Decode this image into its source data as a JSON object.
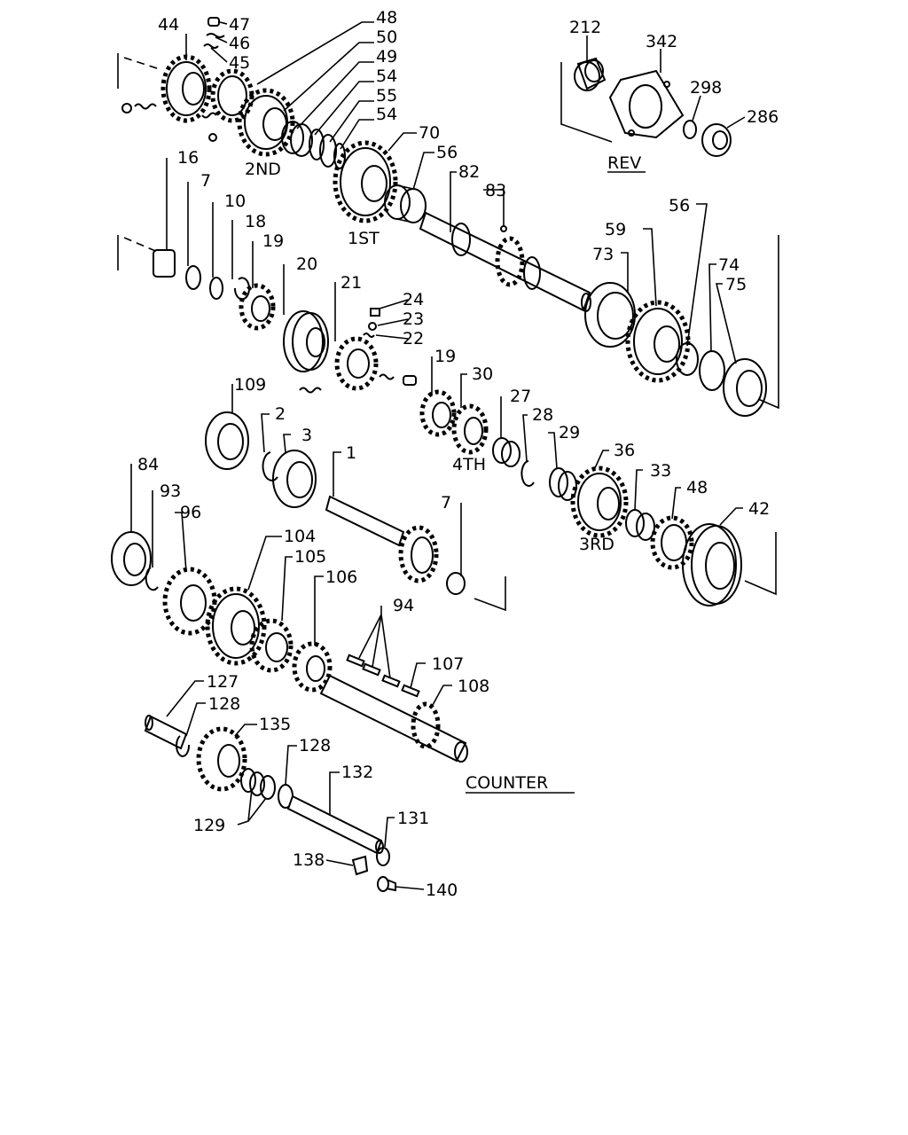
{
  "callouts": [
    "44",
    "47",
    "46",
    "45",
    "48",
    "50",
    "49",
    "54",
    "55",
    "54",
    "70",
    "56",
    "82",
    "83",
    "16",
    "7",
    "10",
    "18",
    "19",
    "20",
    "21",
    "24",
    "23",
    "22",
    "212",
    "342",
    "298",
    "286",
    "73",
    "59",
    "56",
    "74",
    "75",
    "109",
    "2",
    "3",
    "1",
    "19",
    "30",
    "27",
    "28",
    "29",
    "36",
    "33",
    "48",
    "42",
    "84",
    "93",
    "96",
    "104",
    "105",
    "106",
    "94",
    "107",
    "108",
    "7",
    "127",
    "128",
    "135",
    "128",
    "132",
    "129",
    "131",
    "138",
    "140"
  ],
  "section_labels": [
    "2ND",
    "1ST",
    "REV",
    "4TH",
    "3RD",
    "COUNTER"
  ]
}
